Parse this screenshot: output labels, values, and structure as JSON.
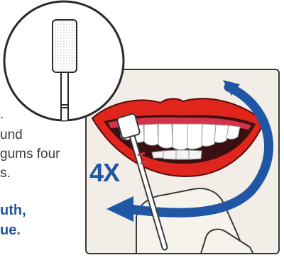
{
  "instructions": {
    "line1_fragment": ".",
    "line2_fragment": "und",
    "line3_fragment": "gums four",
    "line4_fragment": "s.",
    "emphasis_line1": "uth,",
    "emphasis_line2": "ue."
  },
  "illustration": {
    "repeat_count": "4X",
    "colors": {
      "arrow": "#1f56a6",
      "lips": "#e0261c",
      "gums": "#d6324a",
      "mouth_interior": "#3a1010",
      "teeth": "#ffffff",
      "panel_bg": "#f2ede7",
      "swab_texture": "#bfbfbf"
    },
    "icons": [
      "oral-swab-icon",
      "circular-arrow-icon",
      "mouth-icon",
      "hand-icon"
    ]
  }
}
